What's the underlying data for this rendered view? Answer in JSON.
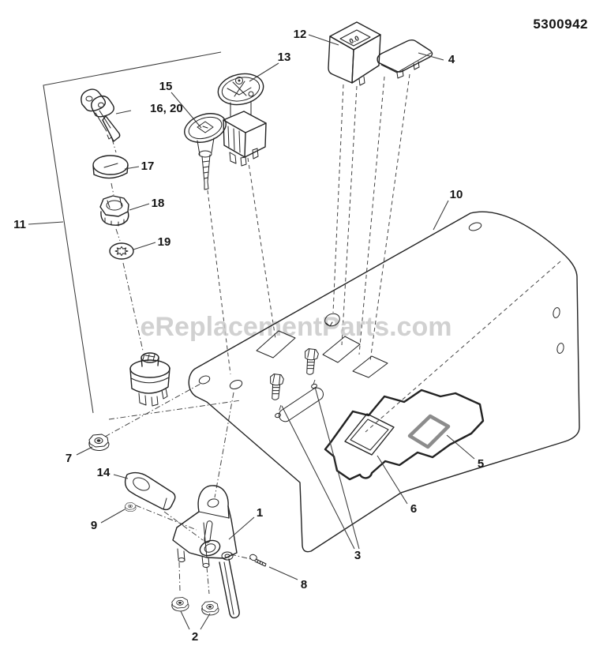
{
  "page": {
    "background": "#ffffff"
  },
  "header": {
    "part_number": "5300942"
  },
  "watermark": {
    "text": "eReplacementParts.com",
    "color": "#c9c9c9"
  },
  "diagram": {
    "description": "Exploded parts diagram - control panel group",
    "ink_color": "#222222",
    "meter_display": "0.0",
    "callouts": [
      {
        "part": "12",
        "label": "12"
      },
      {
        "part": "4",
        "label": "4"
      },
      {
        "part": "13",
        "label": "13"
      },
      {
        "part": "15",
        "label": "15"
      },
      {
        "part": "16-20",
        "label": "16, 20"
      },
      {
        "part": "17",
        "label": "17"
      },
      {
        "part": "18",
        "label": "18"
      },
      {
        "part": "19",
        "label": "19"
      },
      {
        "part": "11",
        "label": "11"
      },
      {
        "part": "10",
        "label": "10"
      },
      {
        "part": "7",
        "label": "7"
      },
      {
        "part": "14",
        "label": "14"
      },
      {
        "part": "9",
        "label": "9"
      },
      {
        "part": "1",
        "label": "1"
      },
      {
        "part": "8",
        "label": "8"
      },
      {
        "part": "2",
        "label": "2"
      },
      {
        "part": "3",
        "label": "3"
      },
      {
        "part": "5",
        "label": "5"
      },
      {
        "part": "6",
        "label": "6"
      }
    ]
  }
}
